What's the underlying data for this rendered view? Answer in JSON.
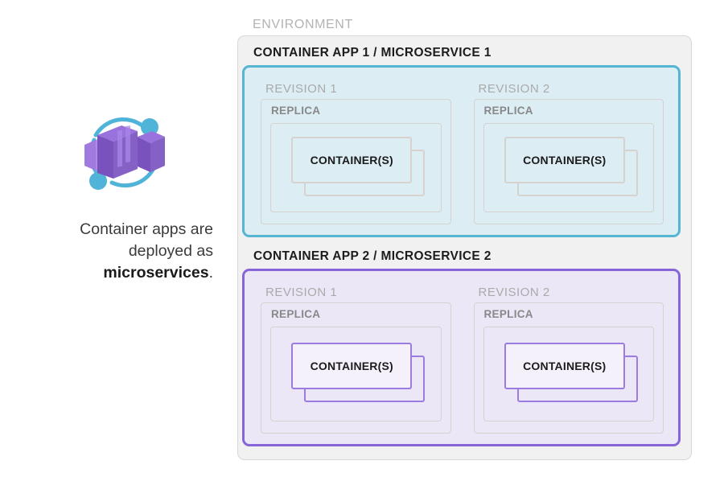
{
  "caption": {
    "line1": "Container apps are",
    "line2": "deployed as",
    "line3_bold": "microservices",
    "line3_tail": "."
  },
  "logo": {
    "name": "azure-container-apps-logo",
    "purple": "#8661c5",
    "purple_light": "#a17ae0",
    "purple_dark": "#7048ae",
    "cyan": "#50b4d8"
  },
  "environment": {
    "label": "ENVIRONMENT",
    "border_color": "#d8d8d8",
    "fill_color": "#f1f1f1"
  },
  "apps": [
    {
      "title": "CONTAINER APP 1 / MICROSERVICE 1",
      "accent": "#56b5d3",
      "fill": "#dcedf4",
      "revisions": [
        {
          "label": "REVISION 1",
          "replica_label": "REPLICA",
          "container_label": "CONTAINER(S)"
        },
        {
          "label": "REVISION 2",
          "replica_label": "REPLICA",
          "container_label": "CONTAINER(S)"
        }
      ]
    },
    {
      "title": "CONTAINER APP 2 / MICROSERVICE 2",
      "accent": "#8764d8",
      "fill": "#ece7f6",
      "revisions": [
        {
          "label": "REVISION 1",
          "replica_label": "REPLICA",
          "container_label": "CONTAINER(S)"
        },
        {
          "label": "REVISION 2",
          "replica_label": "REPLICA",
          "container_label": "CONTAINER(S)"
        }
      ]
    }
  ]
}
